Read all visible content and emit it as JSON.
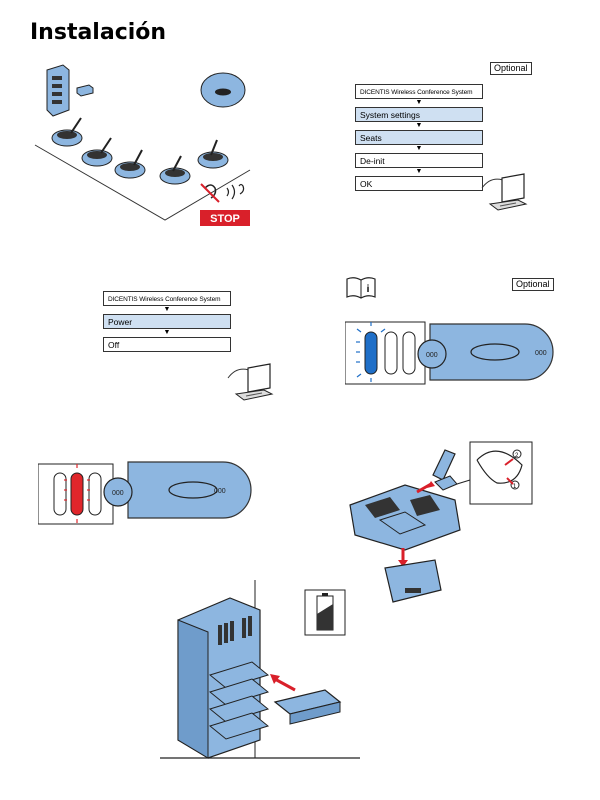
{
  "page_title": "Instalación",
  "optional_label": "Optional",
  "flow_a": [
    "DICENTIS Wireless Conference System",
    "System settings",
    "Seats",
    "De-init",
    "OK"
  ],
  "flow_b": [
    "DICENTIS Wireless Conference System",
    "Power",
    "Off"
  ],
  "stop_label": "STOP",
  "colors": {
    "device_blue": "#8db6e0",
    "led_blue": "#1f6fc8",
    "led_red": "#e0262b",
    "stop_red": "#d9202a",
    "highlight": "#cfe0f2"
  }
}
